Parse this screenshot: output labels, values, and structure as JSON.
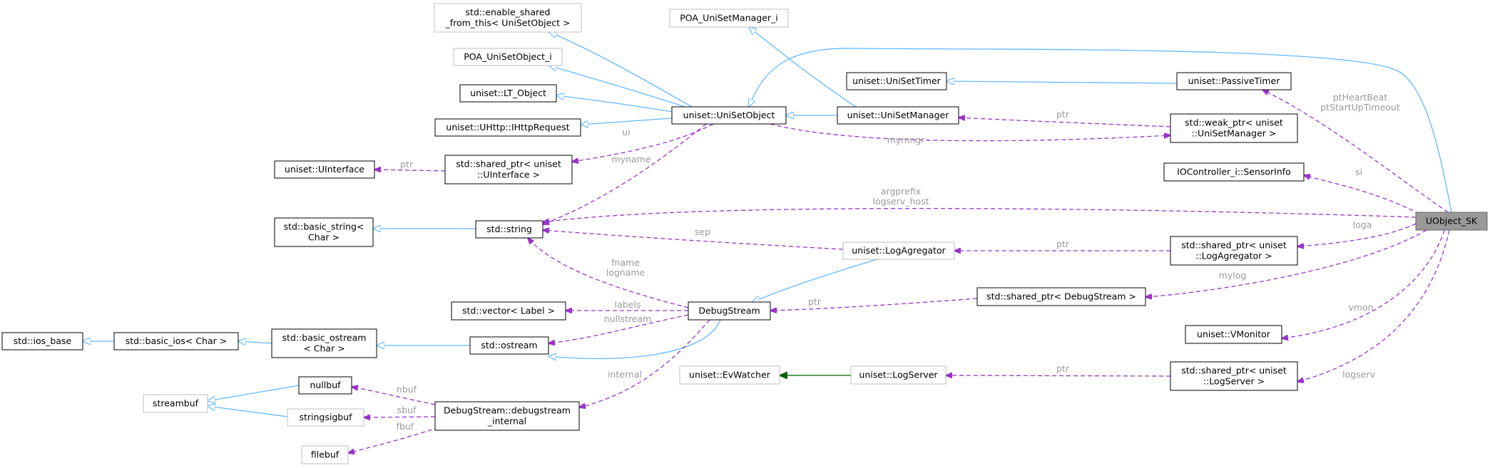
{
  "focus_class": "UObject_SK",
  "nodes": {
    "n_enable_shared": {
      "lines": [
        "std::enable_shared",
        "_from_this< UniSetObject >"
      ],
      "style": "gray"
    },
    "n_poa_manager": {
      "lines": [
        "POA_UniSetManager_i"
      ],
      "style": "gray"
    },
    "n_poa_object": {
      "lines": [
        "POA_UniSetObject_i"
      ],
      "style": "gray"
    },
    "n_lt_object": {
      "lines": [
        "uniset::LT_Object"
      ],
      "style": "solid"
    },
    "n_ihttp": {
      "lines": [
        "uniset::UHttp::IHttpRequest"
      ],
      "style": "solid"
    },
    "n_uniset_object": {
      "lines": [
        "uniset::UniSetObject"
      ],
      "style": "solid"
    },
    "n_uniset_manager": {
      "lines": [
        "uniset::UniSetManager"
      ],
      "style": "solid"
    },
    "n_uniset_timer": {
      "lines": [
        "uniset::UniSetTimer"
      ],
      "style": "solid"
    },
    "n_passive_timer": {
      "lines": [
        "uniset::PassiveTimer"
      ],
      "style": "solid"
    },
    "n_weak_ptr_mgr": {
      "lines": [
        "std::weak_ptr< uniset",
        "::UniSetManager >"
      ],
      "style": "solid"
    },
    "n_uinterface": {
      "lines": [
        "uniset::UInterface"
      ],
      "style": "solid"
    },
    "n_shared_uinterface": {
      "lines": [
        "std::shared_ptr< uniset",
        "::UInterface >"
      ],
      "style": "solid"
    },
    "n_sensor_info": {
      "lines": [
        "IOController_i::SensorInfo"
      ],
      "style": "solid"
    },
    "n_basic_string": {
      "lines": [
        "std::basic_string<",
        "Char >"
      ],
      "style": "solid"
    },
    "n_std_string": {
      "lines": [
        "std::string"
      ],
      "style": "solid"
    },
    "n_log_agregator": {
      "lines": [
        "uniset::LogAgregator"
      ],
      "style": "gray"
    },
    "n_shared_log_agg": {
      "lines": [
        "std::shared_ptr< uniset",
        "::LogAgregator >"
      ],
      "style": "solid"
    },
    "n_uobject_sk": {
      "lines": [
        "UObject_SK"
      ],
      "style": "focus"
    },
    "n_vector_label": {
      "lines": [
        "std::vector< Label >"
      ],
      "style": "solid"
    },
    "n_debug_stream": {
      "lines": [
        "DebugStream"
      ],
      "style": "solid"
    },
    "n_shared_debug": {
      "lines": [
        "std::shared_ptr< DebugStream >"
      ],
      "style": "solid"
    },
    "n_ios_base": {
      "lines": [
        "std::ios_base"
      ],
      "style": "solid"
    },
    "n_basic_ios": {
      "lines": [
        "std::basic_ios< Char >"
      ],
      "style": "solid"
    },
    "n_basic_ostream": {
      "lines": [
        "std::basic_ostream",
        "< Char >"
      ],
      "style": "solid"
    },
    "n_ostream": {
      "lines": [
        "std::ostream"
      ],
      "style": "solid"
    },
    "n_vmonitor": {
      "lines": [
        "uniset::VMonitor"
      ],
      "style": "solid"
    },
    "n_ev_watcher": {
      "lines": [
        "uniset::EvWatcher"
      ],
      "style": "gray"
    },
    "n_log_server": {
      "lines": [
        "uniset::LogServer"
      ],
      "style": "gray"
    },
    "n_shared_log_server": {
      "lines": [
        "std::shared_ptr< uniset",
        "::LogServer >"
      ],
      "style": "solid"
    },
    "n_nullbuf": {
      "lines": [
        "nullbuf"
      ],
      "style": "solid"
    },
    "n_streambuf": {
      "lines": [
        "streambuf"
      ],
      "style": "gray"
    },
    "n_stringsigbuf": {
      "lines": [
        "stringsigbuf"
      ],
      "style": "gray"
    },
    "n_debugstream_internal": {
      "lines": [
        "DebugStream::debugstream",
        "_internal"
      ],
      "style": "solid"
    },
    "n_filebuf": {
      "lines": [
        "filebuf"
      ],
      "style": "gray"
    }
  },
  "edge_labels": {
    "ui": [
      "ui"
    ],
    "ptr_uinterface": [
      "ptr"
    ],
    "myname": [
      "myname"
    ],
    "ptr_manager": [
      "ptr"
    ],
    "mymngr": [
      "mymngr"
    ],
    "heartbeat": [
      "ptHeartBeat",
      "ptStartUpTimeout"
    ],
    "si": [
      "si"
    ],
    "argprefix": [
      "argprefix",
      "logserv_host"
    ],
    "sep": [
      "sep"
    ],
    "ptr_logagg": [
      "ptr"
    ],
    "loga": [
      "loga"
    ],
    "fname": [
      "fname",
      "logname"
    ],
    "labels": [
      "labels"
    ],
    "nullstream": [
      "nullstream"
    ],
    "ptr_debug": [
      "ptr"
    ],
    "mylog": [
      "mylog"
    ],
    "vmon": [
      "vmon"
    ],
    "internal": [
      "internal"
    ],
    "ptr_logserver": [
      "ptr"
    ],
    "logserv": [
      "logserv"
    ],
    "nbuf": [
      "nbuf"
    ],
    "sbuf": [
      "sbuf"
    ],
    "fbuf": [
      "fbuf"
    ]
  },
  "colors": {
    "inheritance": "#63b8ff",
    "usage": "#9a32cd",
    "private_inheritance": "#006400",
    "label": "#9a9a9a",
    "focus_fill": "#999999"
  }
}
